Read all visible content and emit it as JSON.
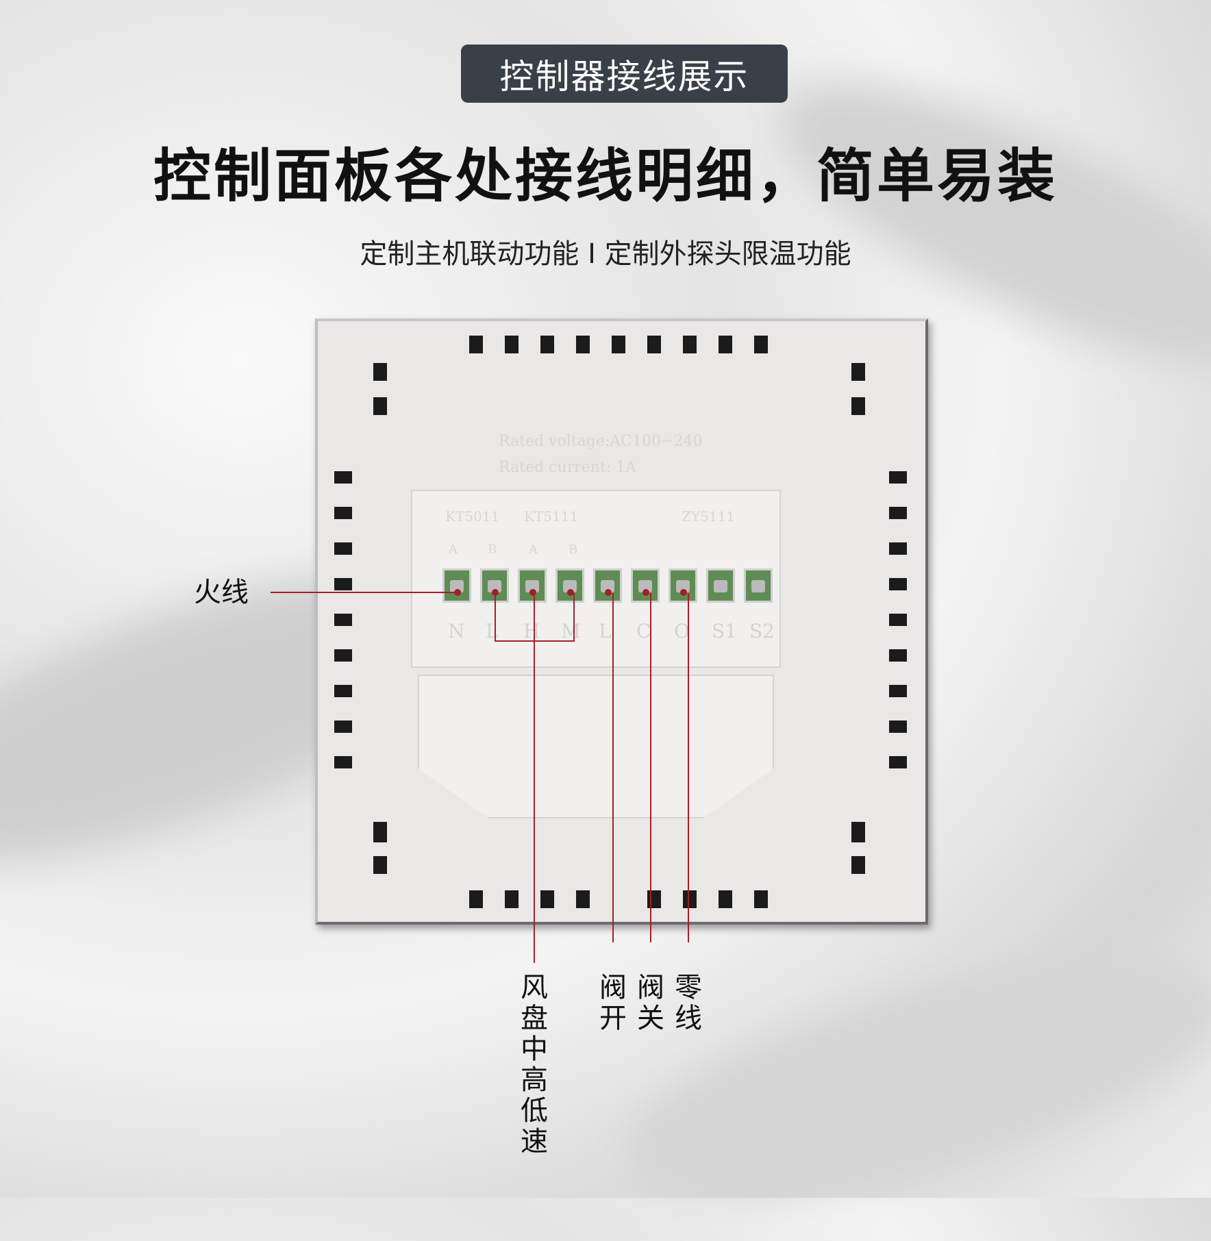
{
  "badge": "控制器接线展示",
  "headline": "控制面板各处接线明细，简单易装",
  "subtitle": "定制主机联动功能 I 定制外探头限温功能",
  "device": {
    "rating_voltage": "Rated voltage:AC100~240",
    "rating_current": "Rated current: 1A",
    "models": [
      "KT5011",
      "KT5111",
      "ZY5111"
    ],
    "options": [
      "A",
      "B",
      "A",
      "B"
    ],
    "terminal_labels": [
      "N",
      "L",
      "H",
      "M",
      "L",
      "C",
      "O",
      "S1",
      "S2"
    ]
  },
  "labels": {
    "live": "火线",
    "fan": "风盘中高低速",
    "valve_open": "阀开",
    "valve_close": "阀关",
    "neutral": "零线"
  },
  "colors": {
    "line": "#a31f2b",
    "badge": "#3a4048"
  }
}
